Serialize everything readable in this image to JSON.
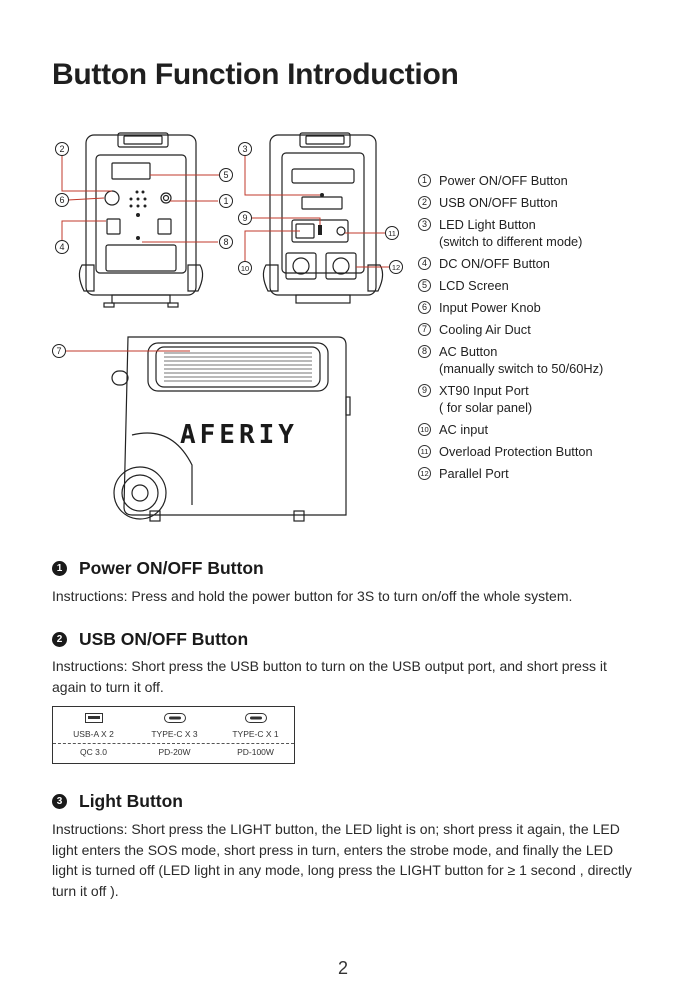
{
  "page": {
    "title": "Button Function Introduction",
    "page_number": "2"
  },
  "figure": {
    "brand_logo": "AFERIY",
    "callouts": [
      "1",
      "2",
      "3",
      "4",
      "5",
      "6",
      "7",
      "8",
      "9",
      "10",
      "11",
      "12"
    ]
  },
  "legend": [
    {
      "num": "1",
      "lines": [
        "Power ON/OFF Button"
      ]
    },
    {
      "num": "2",
      "lines": [
        "USB ON/OFF Button"
      ]
    },
    {
      "num": "3",
      "lines": [
        "LED Light Button",
        "(switch to different mode)"
      ]
    },
    {
      "num": "4",
      "lines": [
        "DC ON/OFF Button"
      ]
    },
    {
      "num": "5",
      "lines": [
        "LCD Screen"
      ]
    },
    {
      "num": "6",
      "lines": [
        "Input Power Knob"
      ]
    },
    {
      "num": "7",
      "lines": [
        "Cooling Air Duct"
      ]
    },
    {
      "num": "8",
      "lines": [
        "AC Button",
        "(manually switch to 50/60Hz)"
      ]
    },
    {
      "num": "9",
      "lines": [
        "XT90 Input Port",
        "( for solar panel)"
      ]
    },
    {
      "num": "10",
      "lines": [
        "AC input"
      ]
    },
    {
      "num": "11",
      "lines": [
        "Overload Protection Button"
      ]
    },
    {
      "num": "12",
      "lines": [
        "Parallel Port"
      ]
    }
  ],
  "sections": [
    {
      "num": "1",
      "heading": "Power ON/OFF Button",
      "text": "Instructions: Press and hold the power button for 3S to turn on/off the whole system."
    },
    {
      "num": "2",
      "heading": "USB ON/OFF Button",
      "text": "Instructions: Short press the USB button to turn on the USB output port, and short press it again to turn it off."
    },
    {
      "num": "3",
      "heading": "Light Button",
      "text": "Instructions: Short press the LIGHT button, the LED light is on; short press it again, the LED light enters the SOS mode, short press in turn, enters the strobe mode, and finally the LED light is turned off (LED light in any mode, long press the LIGHT button for ≥ 1 second , directly turn it off )."
    }
  ],
  "port_table": [
    {
      "icon": "usb-a-port-icon",
      "name": "USB-A X 2",
      "spec": "QC 3.0"
    },
    {
      "icon": "usb-c-port-icon",
      "name": "TYPE-C X 3",
      "spec": "PD-20W"
    },
    {
      "icon": "usb-c-port-icon",
      "name": "TYPE-C X 1",
      "spec": "PD-100W"
    }
  ]
}
